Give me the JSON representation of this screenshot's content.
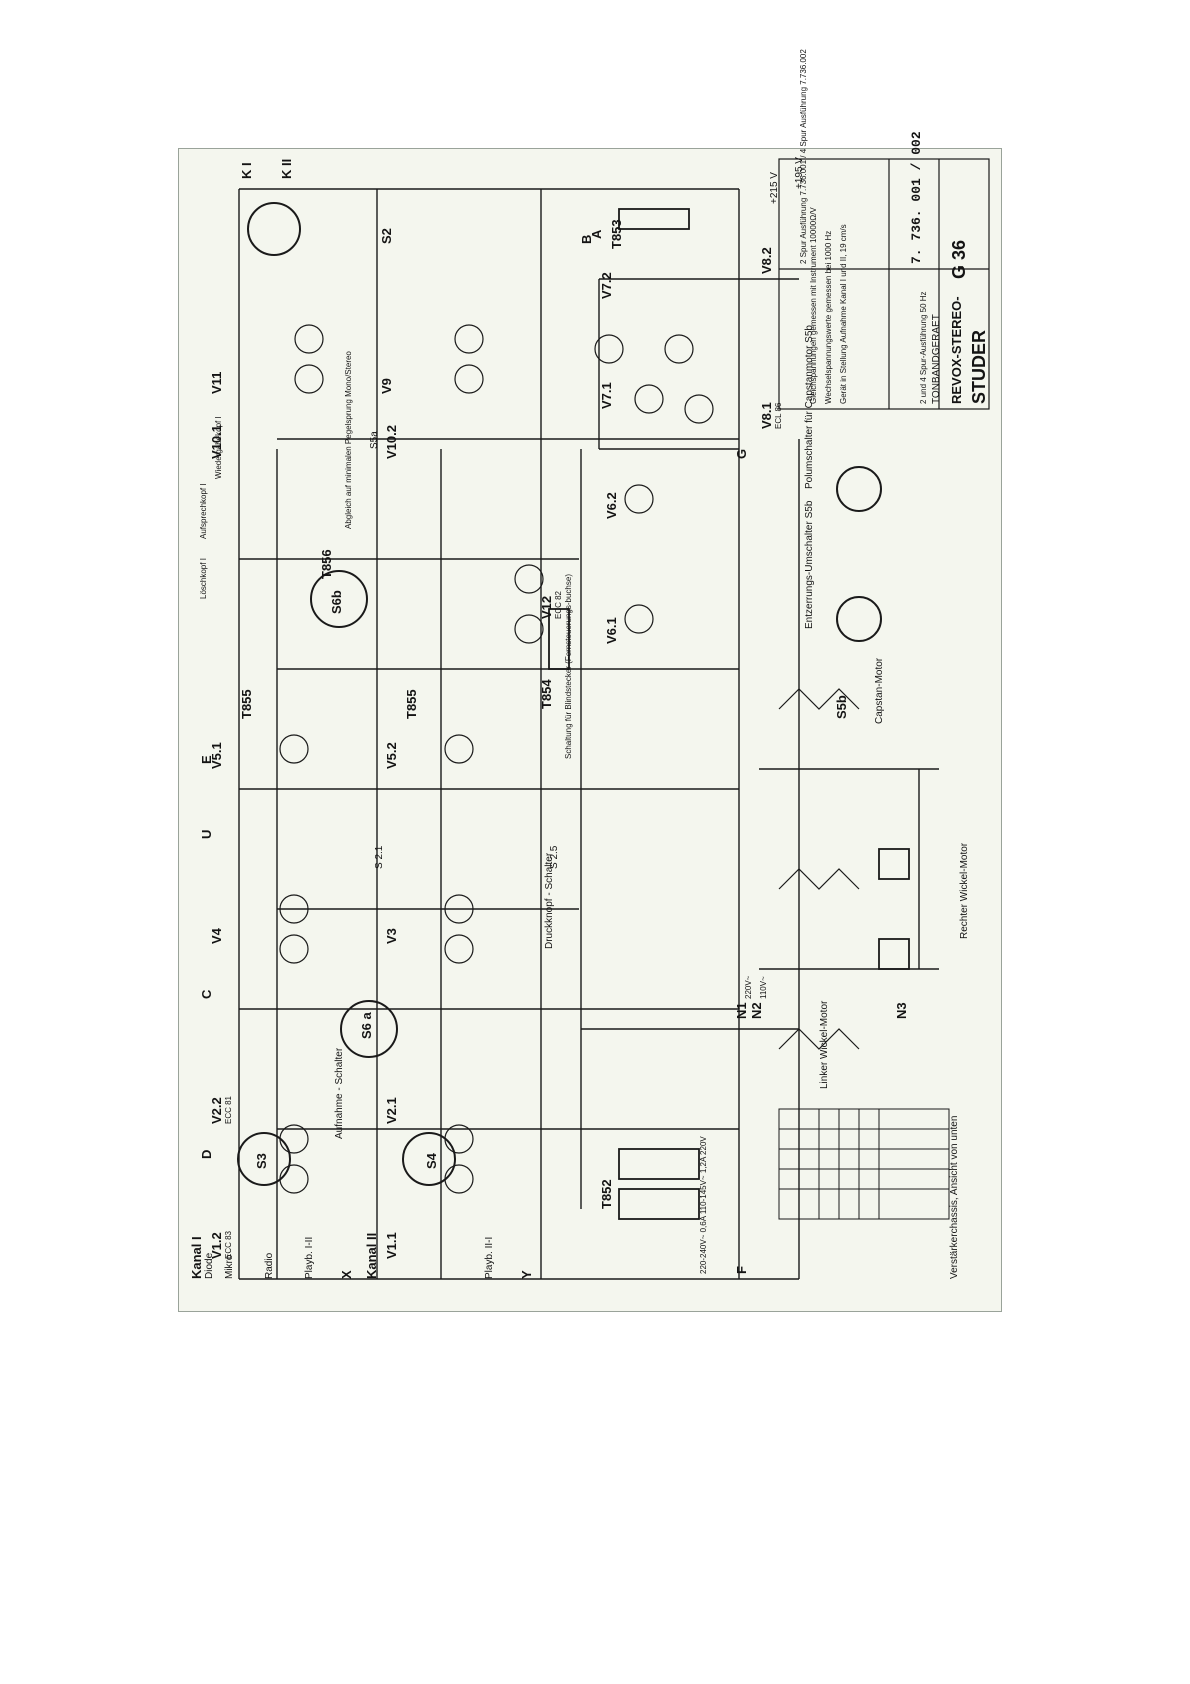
{
  "title_block": {
    "brand": "STUDER",
    "product": "REVOX-STEREO-",
    "model": "G 36",
    "subtitle": "TONBANDGERAET",
    "variant": "2 und 4 Spur-Ausführung 50 Hz",
    "drawing_number": "7. 736. 001 / 002"
  },
  "notes": {
    "measurement": "Gleichspannungen gemessen mit Instrument 10000Ω/V",
    "ac_measure": "Wechselspannungswerte gemessen bei 1000 Hz",
    "mode": "Gerät in Stellung Aufnahme Kanal I und II, 19 cm/s",
    "variants_header": "2 Spur Ausführung 7.736.001 / 4 Spur Ausführung 7.736.002"
  },
  "tubes": {
    "v1_1": "V1.1",
    "v1_2": "V1.2",
    "v2_1": "V2.1",
    "v2_2": "V2.2",
    "v3": "V3",
    "v4": "V4",
    "v5_1": "V5.1",
    "v5_2": "V5.2",
    "v6_1": "V6.1",
    "v6_2": "V6.2",
    "v7_1": "V7.1",
    "v7_2": "V7.2",
    "v8_1": "V8.1",
    "v8_2": "V8.2",
    "v9": "V9",
    "v10_1": "V10.1",
    "v10_2": "V10.2",
    "v11": "V11",
    "v12": "V12"
  },
  "tube_types": {
    "ecc83": "ECC 83",
    "ecc81": "ECC 81",
    "ecl86": "ECL 86",
    "ecc82": "ECC 82"
  },
  "switches": {
    "s2": "S2",
    "s3": "S3",
    "s4": "S4",
    "s6a": "S6 a",
    "s6b": "S6b",
    "s5a": "S5a",
    "s5b": "S5b",
    "s2_1": "S 2.1",
    "s2_5": "S 2.5"
  },
  "transformers": {
    "t852": "T852",
    "t853": "T853",
    "t854": "T854",
    "t855_1": "T855",
    "t855_2": "T855",
    "t856": "T856"
  },
  "inputs": {
    "kanal1": "Kanal I",
    "kanal2": "Kanal II",
    "diode": "Diode",
    "mikro": "Mikro",
    "radio": "Radio",
    "playback1": "Playb. I-II",
    "playback2": "Playb. II-I"
  },
  "sections": {
    "aufnahme_schalter": "Aufnahme - Schalter",
    "druckknopf": "Druckknopf - Schalter",
    "schaltung_fernsteuerung": "Schaltung für Blindstecker (Fernsteuerungs-buchse)",
    "entzerrungs": "Entzerrungs-Umschalter S5b",
    "polumschalter": "Polumschalter für Capstanmotor S5b",
    "capstan": "Capstan-Motor",
    "rechter_motor": "Rechter Wickel-Motor",
    "linker_motor": "Linker Wickel-Motor",
    "verstaerker": "Verstärkerchassis, Ansicht von unten",
    "abgleich": "Abgleich auf minimalen Pegelsprung Mono/Stereo",
    "netz": "220-240V~ 0,6A 110-145V~ 1,2A 220V",
    "aufsprechkopf": "Aufsprechkopf I",
    "wiedergabekopf": "Wiedergabekopf I",
    "loeschkopf": "Löschkopf I"
  },
  "supply": {
    "ub_plus": "+195 V",
    "uc": "+215 V",
    "n1": "N1",
    "n2": "N2",
    "n3": "N3",
    "v220": "220V~",
    "v110": "110V~"
  },
  "connectors": {
    "k1": "K I",
    "k2": "K II",
    "a": "A",
    "b": "B",
    "c": "C",
    "d": "D",
    "e": "E",
    "u": "U",
    "x": "X",
    "y": "Y",
    "f": "F",
    "g": "G"
  },
  "colors": {
    "paper": "#f4f6ee",
    "ink": "#141414",
    "border": "#9aa39a"
  }
}
